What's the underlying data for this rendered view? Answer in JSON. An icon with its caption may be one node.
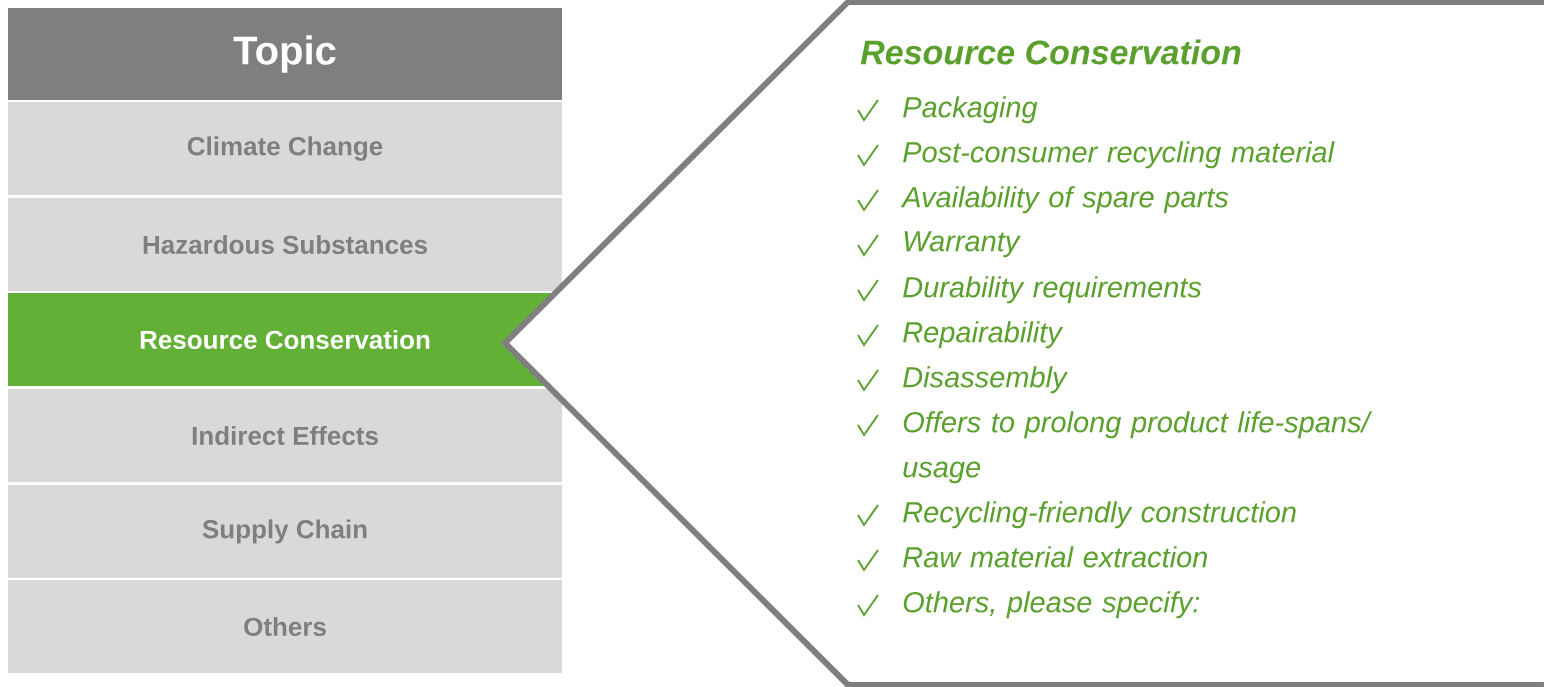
{
  "diagram": {
    "nodes": [
      {
        "text": [
          "Topic"
        ]
      },
      {
        "text": [
          "Climate Change"
        ]
      },
      {
        "text": [
          "Hazardous Substances"
        ]
      },
      {
        "text": [
          "Resource Conservation"
        ]
      },
      {
        "text": [
          "Indirect Effects"
        ]
      },
      {
        "text": [
          "Supply Chain"
        ]
      },
      {
        "text": [
          "Others"
        ]
      },
      {
        "text": [
          "Resource Conservation",
          "Packaging",
          "Post-consumer recycling material",
          "Availability of spare parts",
          "Warranty",
          "Durability requirements",
          "Repairability",
          "Disassembly",
          "Offers to prolong product life-spans/ usage",
          "Recycling-friendly construction",
          "Raw material extraction",
          "Others, please specify:"
        ]
      }
    ]
  }
}
